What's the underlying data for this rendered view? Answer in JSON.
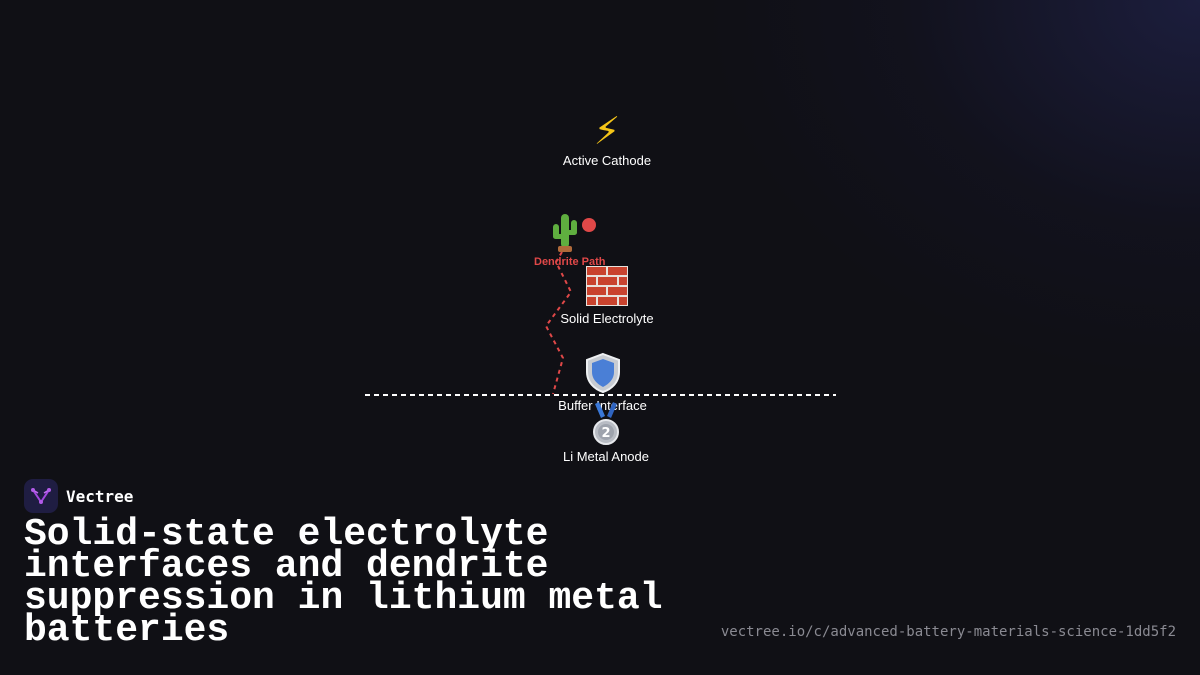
{
  "brand": {
    "name": "Vectree",
    "logo_icon": "vectree-logo-icon",
    "logo_bg": "#1f1d42"
  },
  "title": "Solid-state electrolyte interfaces and dendrite suppression in lithium metal batteries",
  "url": "vectree.io/c/advanced-battery-materials-science-1dd5f2",
  "diagram": {
    "nodes": [
      {
        "id": "cathode",
        "label": "Active Cathode",
        "icon": "lightning-icon"
      },
      {
        "id": "dendrite",
        "label": "Dendrite Path",
        "icon": "cactus-icon",
        "color": "#e04848"
      },
      {
        "id": "electrolyte",
        "label": "Solid Electrolyte",
        "icon": "brick-wall-icon"
      },
      {
        "id": "buffer",
        "label": "Buffer Interface",
        "icon": "shield-icon"
      },
      {
        "id": "anode",
        "label": "Li Metal Anode",
        "icon": "medal-2-icon"
      }
    ],
    "dendrite_path_color": "#e04848",
    "interface_line_color": "#ffffff"
  }
}
